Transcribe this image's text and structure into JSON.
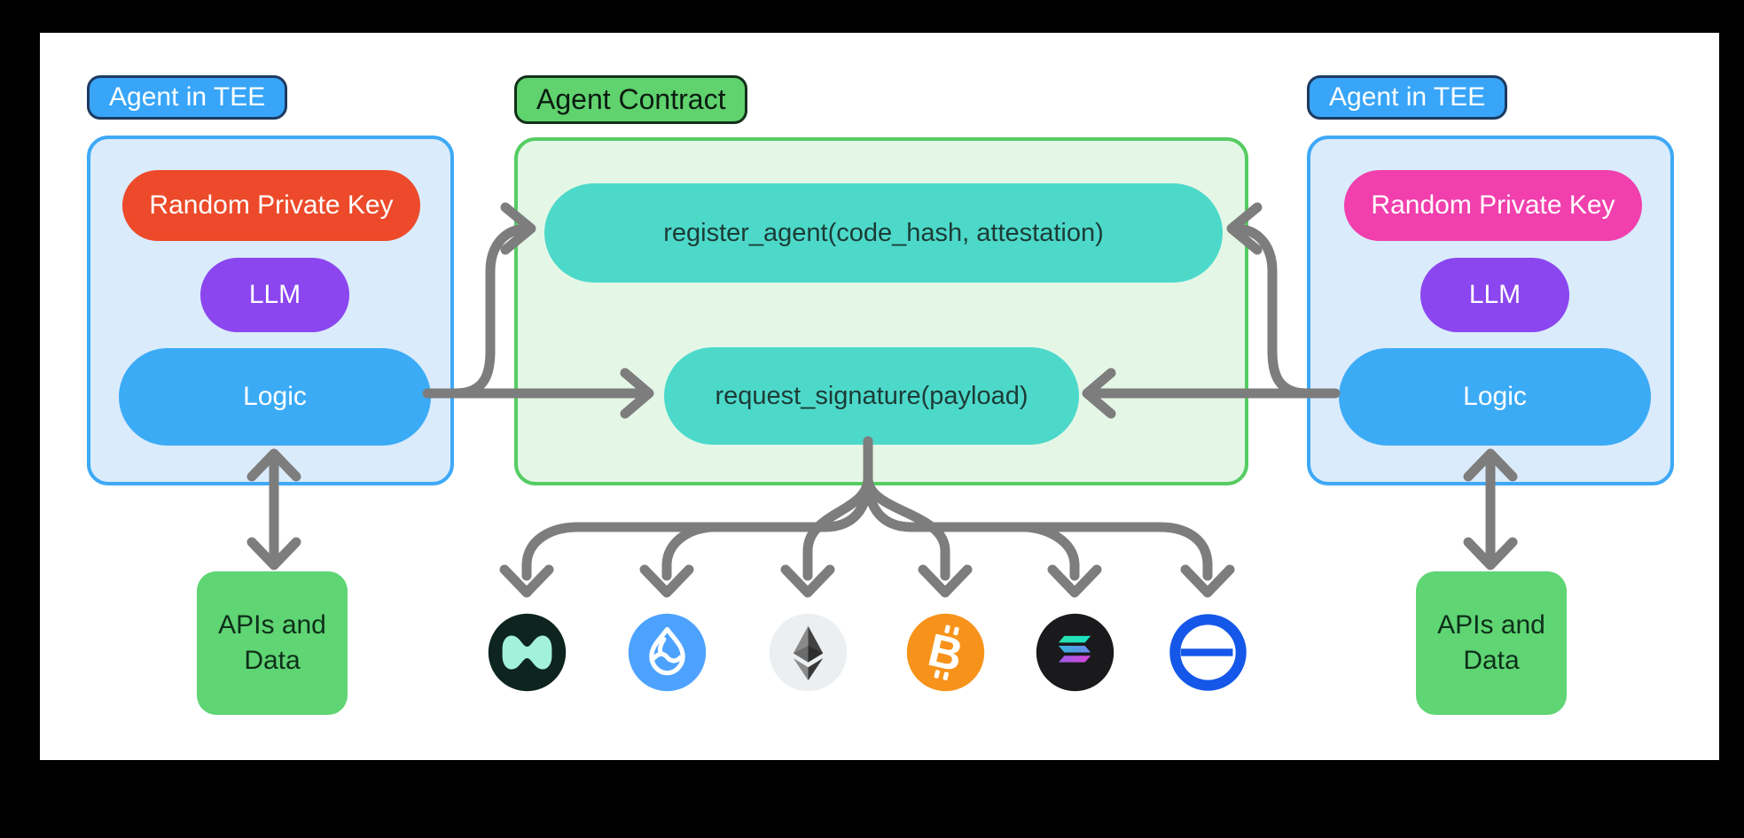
{
  "palette": {
    "background": "#000000",
    "card": "#ffffff",
    "tee_label_fill": "#38a5f8",
    "tee_label_border": "#1d3a5f",
    "tee_panel_fill": "#daebfc",
    "tee_panel_border": "#3ea9f6",
    "contract_label_fill": "#60d26e",
    "contract_panel_fill": "#e4f7e6",
    "contract_panel_border": "#55cc62",
    "function_pill_fill": "#4cd9ca",
    "random_key_left": "#ec4a2a",
    "random_key_right": "#f13fad",
    "llm_fill": "#8b46ef",
    "logic_fill": "#3cabf6",
    "apis_fill": "#5fd573",
    "arrow_gray": "#7d7d7d"
  },
  "left_tee": {
    "title": "Agent in TEE",
    "private_key": "Random Private Key",
    "llm": "LLM",
    "logic": "Logic",
    "apis": "APIs and Data"
  },
  "contract": {
    "title": "Agent Contract",
    "register_fn": "register_agent(code_hash, attestation)",
    "request_fn": "request_signature(payload)"
  },
  "right_tee": {
    "title": "Agent in TEE",
    "private_key": "Random Private Key",
    "llm": "LLM",
    "logic": "Logic",
    "apis": "APIs and Data"
  },
  "chains": [
    {
      "name": "near"
    },
    {
      "name": "sui"
    },
    {
      "name": "ethereum"
    },
    {
      "name": "bitcoin"
    },
    {
      "name": "solana"
    },
    {
      "name": "omni"
    }
  ]
}
